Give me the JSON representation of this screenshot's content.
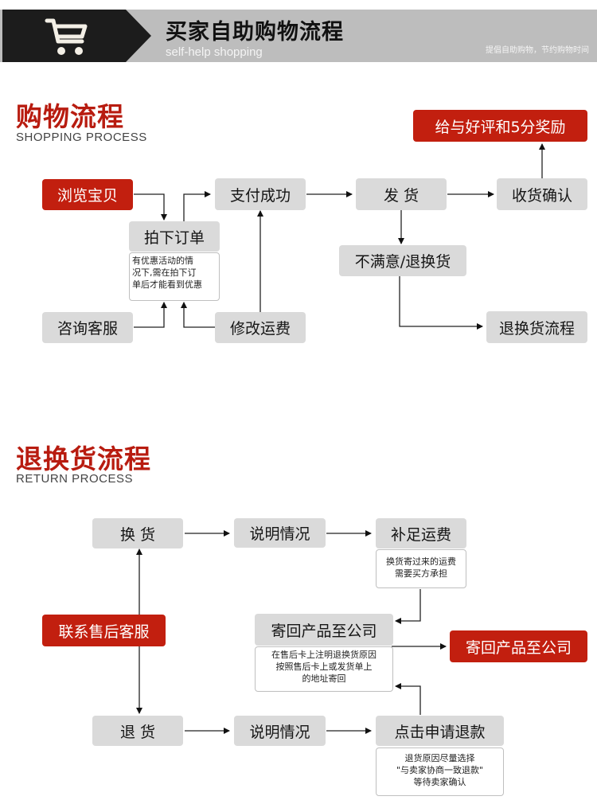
{
  "banner": {
    "title": "买家自助购物流程",
    "subtitle": "self-help shopping",
    "tagline": "提倡自助购物，节约购物时间",
    "icon": "shopping-cart-icon"
  },
  "shopping": {
    "title": "购物流程",
    "subtitle": "SHOPPING PROCESS",
    "nodes": {
      "browse": "浏览宝贝",
      "order": "拍下订单",
      "order_note": [
        "有优惠活动的情",
        "况下,需在拍下订",
        "单后才能看到优惠"
      ],
      "consult": "咨询客服",
      "modify_fee": "修改运费",
      "paid": "支付成功",
      "ship": "发 货",
      "receive": "收货确认",
      "review": "给与好评和5分奖励",
      "unsatisfied": "不满意/退换货",
      "return_flow": "退换货流程"
    }
  },
  "returns": {
    "title": "退换货流程",
    "subtitle": "RETURN PROCESS",
    "nodes": {
      "exchange": "换 货",
      "explain_1": "说明情况",
      "pay_fee": "补足运费",
      "pay_fee_note": [
        "换货寄过来的运费",
        "需要买方承担"
      ],
      "contact": "联系售后客服",
      "send_back": "寄回产品至公司",
      "send_back_note": [
        "在售后卡上注明退换货原因",
        "按照售后卡上或发货单上",
        "的地址寄回"
      ],
      "send_back_final": "寄回产品至公司",
      "refund": "退 货",
      "explain_2": "说明情况",
      "apply_refund": "点击申请退款",
      "apply_refund_note": [
        "退货原因尽量选择",
        "\"与卖家协商一致退款\"",
        "等待卖家确认"
      ]
    }
  },
  "colors": {
    "accent_red": "#c21f0f",
    "box_gray": "#dadada",
    "banner_gray": "#bdbdbd",
    "banner_black": "#1c1c1c"
  }
}
